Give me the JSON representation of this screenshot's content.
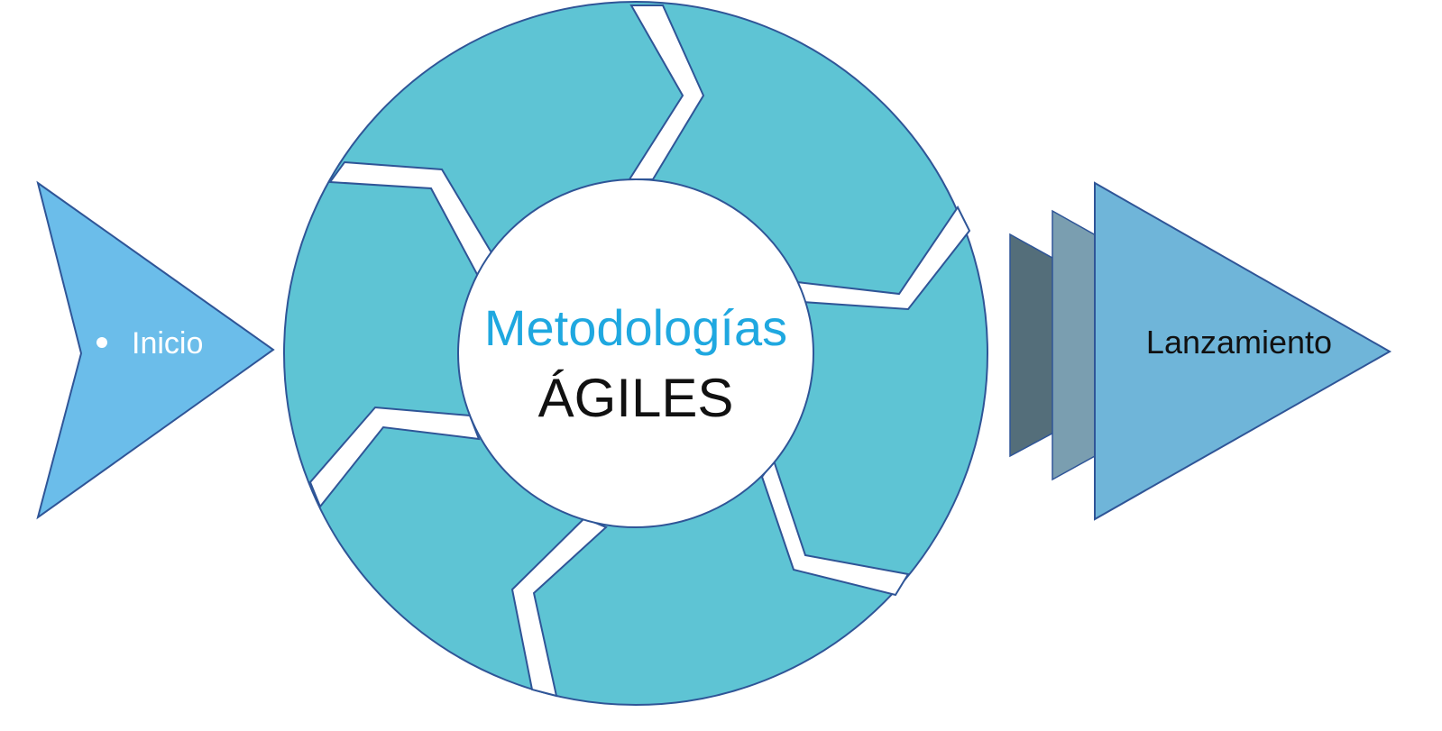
{
  "diagram": {
    "start": {
      "bullet": "•",
      "label": "Inicio"
    },
    "cycle": {
      "title_line1": "Metodologías",
      "title_line2": "ÁGILES"
    },
    "end": {
      "label": "Lanzamiento"
    }
  },
  "colors": {
    "start_arrow": "#6bbdea",
    "cycle_ring": "#5ec4d4",
    "outline": "#2f5597",
    "chevron_dark": "#546e7a",
    "chevron_mid": "#7a9eb0",
    "chevron_front": "#6fb5d9",
    "title_line1": "#1fa8e0",
    "title_line2": "#111111",
    "start_label": "#ffffff",
    "end_label": "#111111"
  }
}
